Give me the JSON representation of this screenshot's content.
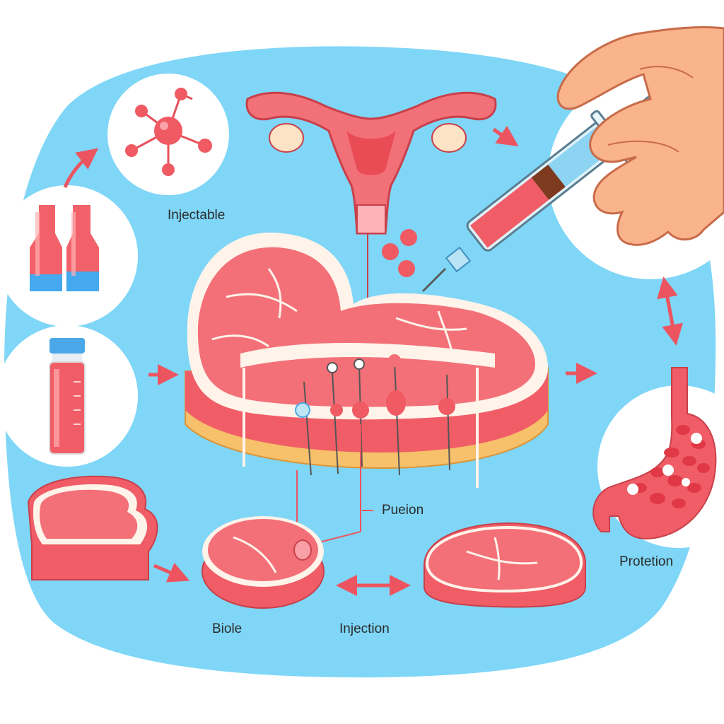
{
  "labels": {
    "injectable": "Injectable",
    "pueion": "Pueion",
    "protetion": "Protetion",
    "biole": "Biole",
    "injection": "Injection"
  },
  "colors": {
    "background_blob": "#7fd6f7",
    "circle_fill": "#ffffff",
    "meat_red": "#f05d67",
    "meat_light": "#f77a80",
    "fat_white": "#fff3ea",
    "fat_yellow": "#f7c06a",
    "arrow": "#ec5560",
    "vial_blue": "#4aa8e8",
    "skin": "#f9b48c"
  },
  "icons": [
    "molecule-icon",
    "bottles-icon",
    "vial-icon",
    "uterus-icon",
    "syringe-icon",
    "hand-icon",
    "stomach-icon",
    "meat-slab-icon",
    "pin-marker-icon"
  ]
}
